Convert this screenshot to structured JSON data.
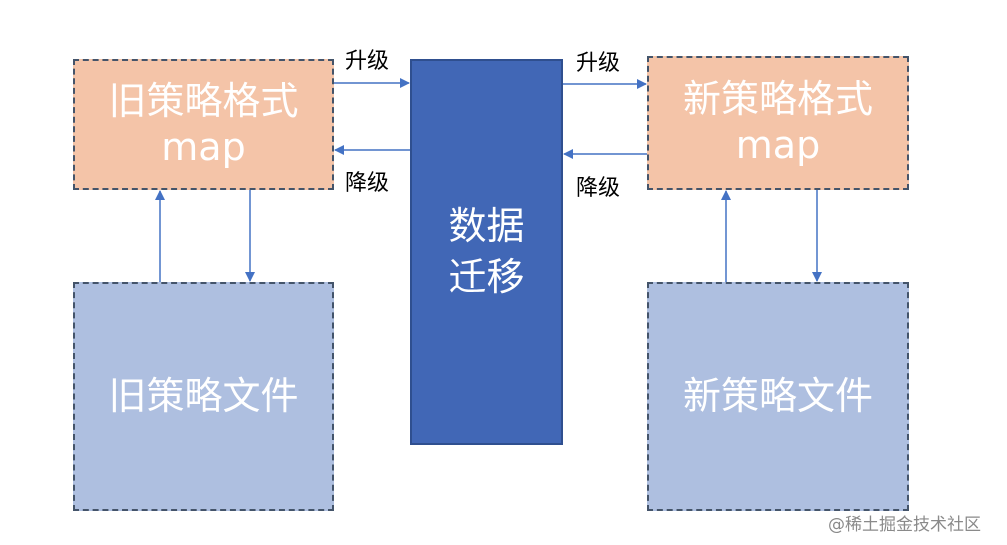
{
  "boxes": {
    "old_map": {
      "line1": "旧策略格式",
      "line2": "map"
    },
    "new_map": {
      "line1": "新策略格式",
      "line2": "map"
    },
    "old_file": {
      "label": "旧策略文件"
    },
    "new_file": {
      "label": "新策略文件"
    },
    "migration": {
      "line1": "数据",
      "line2": "迁移"
    }
  },
  "arrow_labels": {
    "left_upgrade": "升级",
    "left_downgrade": "降级",
    "right_upgrade": "升级",
    "right_downgrade": "降级"
  },
  "watermark": "@稀土掘金技术社区",
  "colors": {
    "orange_fill": "#f4c4a8",
    "blue_fill": "#aebfe0",
    "center_fill": "#4167b6",
    "arrow": "#4472c4",
    "dash_border": "#44546a"
  }
}
